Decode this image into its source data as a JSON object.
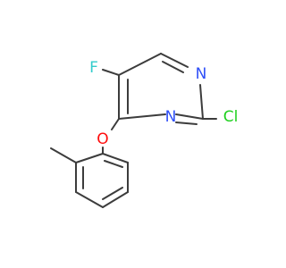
{
  "molecule": {
    "atoms": {
      "fluorine": {
        "symbol": "F",
        "color": "#33cccc"
      },
      "nitrogen_top": {
        "symbol": "N",
        "color": "#3050f8"
      },
      "nitrogen_bottom": {
        "symbol": "N",
        "color": "#3050f8"
      },
      "chlorine": {
        "symbol": "Cl",
        "color": "#1fd01f"
      },
      "oxygen": {
        "symbol": "O",
        "color": "#ff0d0d"
      }
    },
    "bond_color": "#3c3c3c"
  }
}
